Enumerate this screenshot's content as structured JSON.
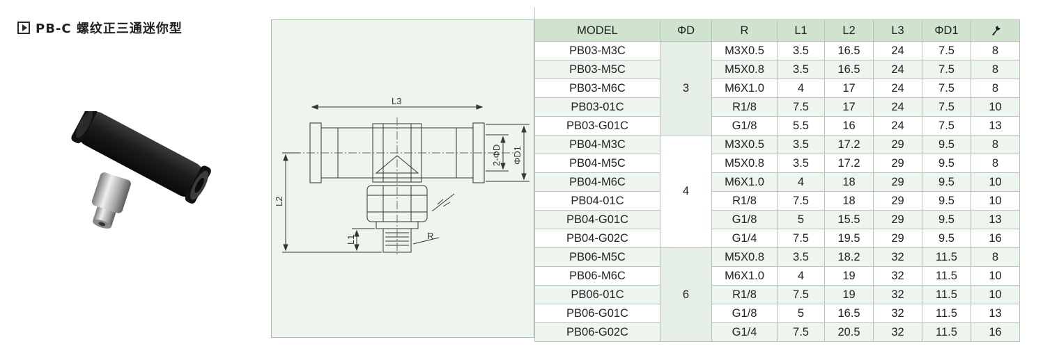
{
  "header": {
    "title": "PB-C 螺纹正三通迷你型"
  },
  "drawing": {
    "dim_labels": {
      "l1": "L1",
      "l2": "L2",
      "l3": "L3",
      "d": "2-ΦD",
      "d1": "ΦD1",
      "r": "R"
    }
  },
  "table": {
    "headers": [
      "MODEL",
      "ΦD",
      "R",
      "L1",
      "L2",
      "L3",
      "ΦD1"
    ],
    "wrench_icon": "wrench-icon",
    "groups": [
      {
        "d": "3",
        "rows": [
          [
            "PB03-M3C",
            "M3X0.5",
            "3.5",
            "16.5",
            "24",
            "7.5",
            "8"
          ],
          [
            "PB03-M5C",
            "M5X0.8",
            "3.5",
            "16.5",
            "24",
            "7.5",
            "8"
          ],
          [
            "PB03-M6C",
            "M6X1.0",
            "4",
            "17",
            "24",
            "7.5",
            "8"
          ],
          [
            "PB03-01C",
            "R1/8",
            "7.5",
            "17",
            "24",
            "7.5",
            "10"
          ],
          [
            "PB03-G01C",
            "G1/8",
            "5.5",
            "16",
            "24",
            "7.5",
            "13"
          ]
        ]
      },
      {
        "d": "4",
        "rows": [
          [
            "PB04-M3C",
            "M3X0.5",
            "3.5",
            "17.2",
            "29",
            "9.5",
            "8"
          ],
          [
            "PB04-M5C",
            "M5X0.8",
            "3.5",
            "17.2",
            "29",
            "9.5",
            "8"
          ],
          [
            "PB04-M6C",
            "M6X1.0",
            "4",
            "18",
            "29",
            "9.5",
            "10"
          ],
          [
            "PB04-01C",
            "R1/8",
            "7.5",
            "18",
            "29",
            "9.5",
            "10"
          ],
          [
            "PB04-G01C",
            "G1/8",
            "5",
            "15.5",
            "29",
            "9.5",
            "13"
          ],
          [
            "PB04-G02C",
            "G1/4",
            "7.5",
            "19.5",
            "29",
            "9.5",
            "16"
          ]
        ]
      },
      {
        "d": "6",
        "rows": [
          [
            "PB06-M5C",
            "M5X0.8",
            "3.5",
            "18.2",
            "32",
            "11.5",
            "8"
          ],
          [
            "PB06-M6C",
            "M6X1.0",
            "4",
            "19",
            "32",
            "11.5",
            "10"
          ],
          [
            "PB06-01C",
            "R1/8",
            "7.5",
            "19",
            "32",
            "11.5",
            "10"
          ],
          [
            "PB06-G01C",
            "G1/8",
            "5",
            "16.5",
            "32",
            "11.5",
            "13"
          ],
          [
            "PB06-G02C",
            "G1/4",
            "7.5",
            "20.5",
            "32",
            "11.5",
            "16"
          ]
        ]
      }
    ]
  }
}
